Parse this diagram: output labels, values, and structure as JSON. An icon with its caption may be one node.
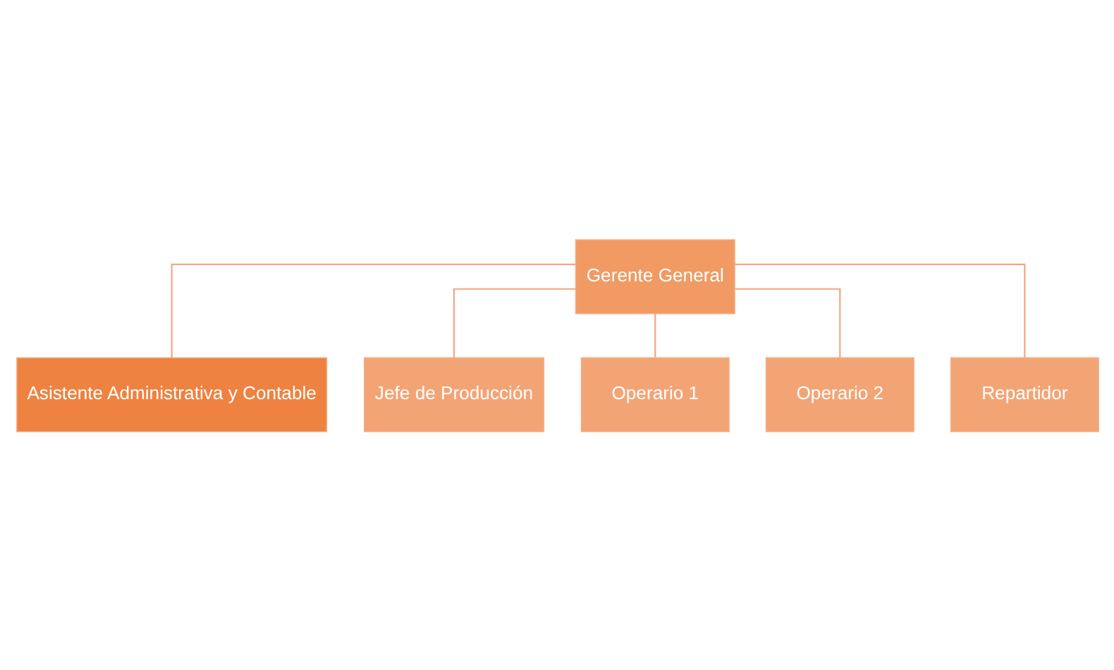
{
  "diagram": {
    "nodes": [
      {
        "text": [
          "Gerente General"
        ]
      },
      {
        "text": [
          "Asistente Administrativa y Contable"
        ]
      },
      {
        "text": [
          "Jefe de Producción"
        ]
      },
      {
        "text": [
          "Operario 1"
        ]
      },
      {
        "text": [
          "Operario 2"
        ]
      },
      {
        "text": [
          "Repartidor"
        ]
      }
    ],
    "edges": [
      {
        "from": 0,
        "to": 1,
        "arrow": "none"
      },
      {
        "from": 0,
        "to": 2,
        "arrow": "none"
      },
      {
        "from": 0,
        "to": 3,
        "arrow": "none"
      },
      {
        "from": 0,
        "to": 4,
        "arrow": "none"
      },
      {
        "from": 0,
        "to": 5,
        "arrow": "none"
      }
    ]
  }
}
